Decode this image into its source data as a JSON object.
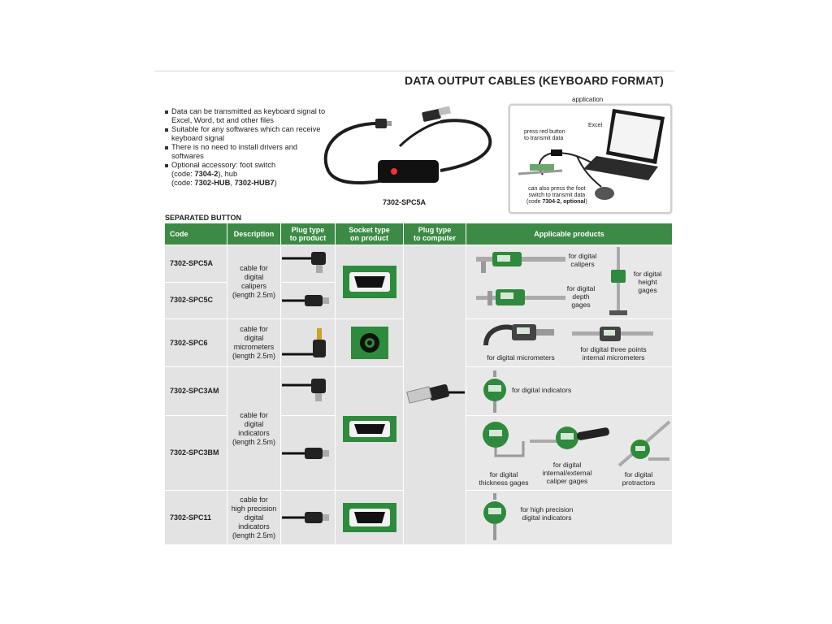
{
  "header": {
    "title": "DATA OUTPUT CABLES (KEYBOARD FORMAT)"
  },
  "features": [
    {
      "parts": [
        "Data can be transmitted as keyboard signal to Excel, Word, txt and other files"
      ]
    },
    {
      "parts": [
        "Suitable for any softwares which can receive keyboard signal"
      ]
    },
    {
      "parts": [
        "There is no need to install drivers and softwares"
      ]
    },
    {
      "line1": "Optional accessory: foot switch",
      "line2a": "(code: ",
      "line2b": "7304-2",
      "line2c": "), hub",
      "line3a": "(code: ",
      "line3b": "7302-HUB",
      "line3c": ", ",
      "line3d": "7302-HUB7",
      "line3e": ")"
    }
  ],
  "product_image_label": "7302-SPC5A",
  "application": {
    "label": "application",
    "excel": "Excel",
    "press_red": "press red button",
    "to_transmit": "to transmit data",
    "foot1": "can also press the foot",
    "foot2": "switch to transmit data",
    "foot3a": "(code ",
    "foot3b": "7304-2, optional",
    "foot3c": ")"
  },
  "section_title": "SEPARATED BUTTON",
  "table": {
    "headers": {
      "code": "Code",
      "description": "Description",
      "plug_product_1": "Plug type",
      "plug_product_2": "to product",
      "socket_1": "Socket type",
      "socket_2": "on product",
      "plug_computer_1": "Plug type",
      "plug_computer_2": "to computer",
      "applicable": "Applicable products"
    },
    "codes": [
      "7302-SPC5A",
      "7302-SPC5C",
      "7302-SPC6",
      "7302-SPC3AM",
      "7302-SPC3BM",
      "7302-SPC11"
    ],
    "desc_calipers": [
      "cable for",
      "digital",
      "calipers",
      "(length 2.5m)"
    ],
    "desc_micrometers": [
      "cable for",
      "digital",
      "micrometers",
      "(length 2.5m)"
    ],
    "desc_indicators": [
      "cable for",
      "digital",
      "indicators",
      "(length 2.5m)"
    ],
    "desc_precision": [
      "cable for",
      "high precision",
      "digital",
      "indicators",
      "(length 2.5m)"
    ],
    "products": {
      "calipers": [
        "for digital",
        "calipers"
      ],
      "depth": [
        "for digital",
        "depth",
        "gages"
      ],
      "height": [
        "for digital",
        "height",
        "gages"
      ],
      "micrometers": "for digital micrometers",
      "three_points": [
        "for digital three points",
        "internal micrometers"
      ],
      "indicators": "for digital indicators",
      "thickness": [
        "for digital",
        "thickness gages"
      ],
      "caliper_gages": [
        "for digital",
        "internal/external",
        "caliper gages"
      ],
      "protractors": [
        "for digital",
        "protractors"
      ],
      "precision": [
        "for high precision",
        "digital indicators"
      ]
    }
  }
}
